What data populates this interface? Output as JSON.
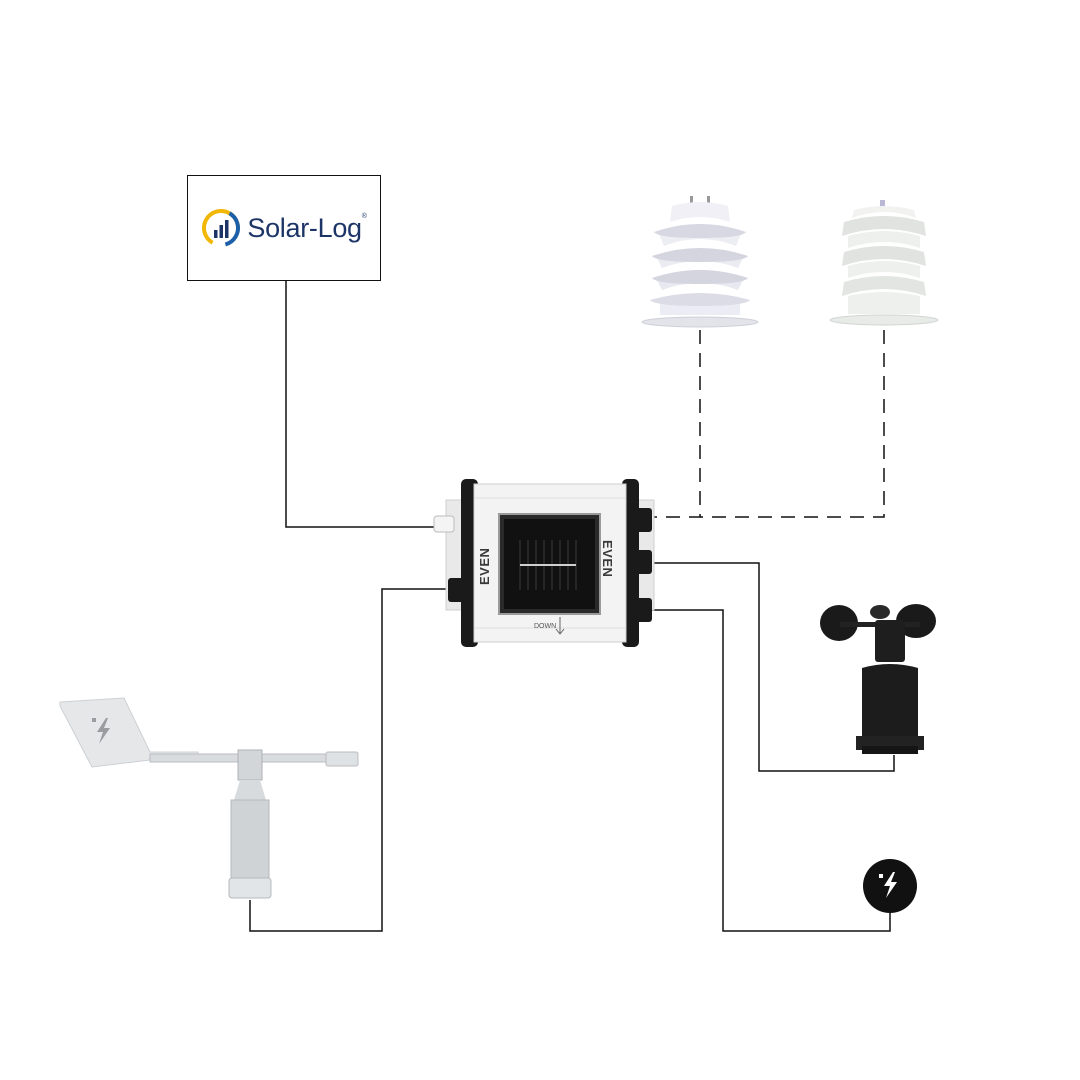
{
  "logo": {
    "text": "Solar-Log",
    "registered_mark": "®"
  },
  "device": {
    "brand_left": "EVEN",
    "brand_right": "EVEN",
    "down_label": "DOWN"
  },
  "colors": {
    "line": "#111111",
    "logo_text": "#1d3566",
    "logo_ring_yellow": "#f2b705",
    "logo_ring_blue": "#1d5fa8",
    "sensor_black": "#1a1a1a",
    "sensor_white": "#efefef",
    "aluminium": "#cfd3d6"
  },
  "icons": [
    "solar-log-logo-icon",
    "lightning-bolt-icon"
  ]
}
